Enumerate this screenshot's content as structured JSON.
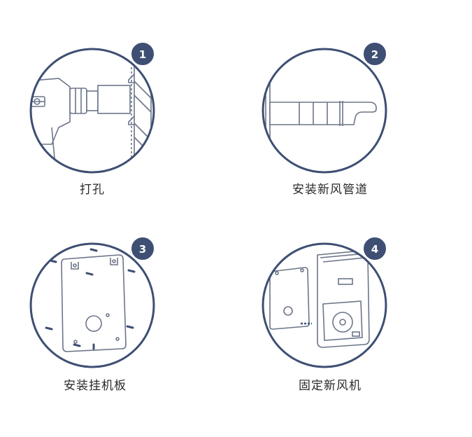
{
  "colors": {
    "outline": "#3e4f73",
    "badge_fill": "#3e4f73",
    "badge_text": "#ffffff",
    "line_art": "#6b7589",
    "caption": "#2a2a2a"
  },
  "steps": [
    {
      "number": "1",
      "caption": "打孔",
      "icon": "drill-icon"
    },
    {
      "number": "2",
      "caption": "安装新风管道",
      "icon": "duct-pipe-icon"
    },
    {
      "number": "3",
      "caption": "安装挂机板",
      "icon": "mounting-plate-icon"
    },
    {
      "number": "4",
      "caption": "固定新风机",
      "icon": "ventilator-unit-icon"
    }
  ]
}
